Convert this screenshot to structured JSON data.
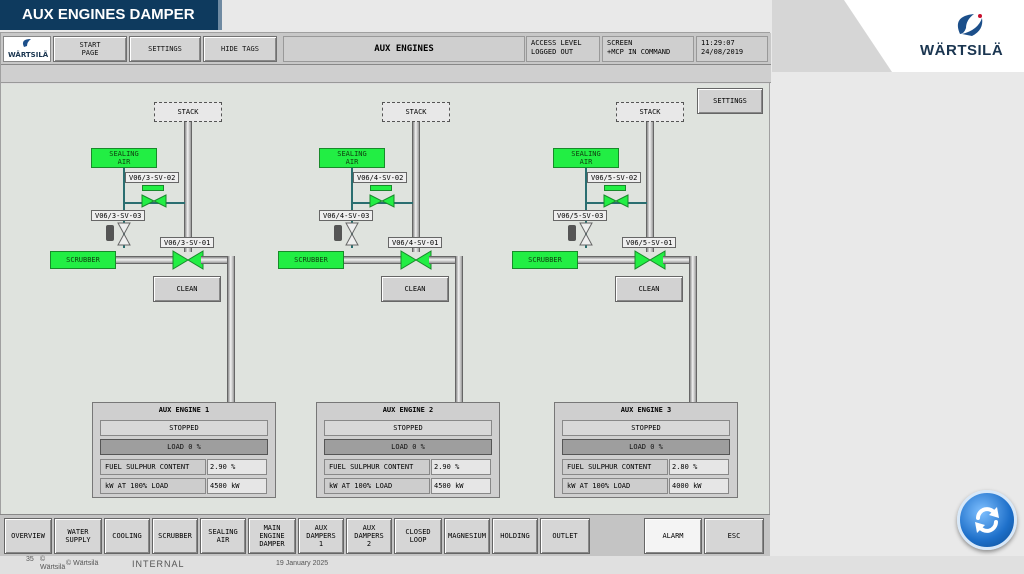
{
  "slide": {
    "title": "AUX ENGINES DAMPER",
    "brand": "WÄRTSILÄ"
  },
  "header": {
    "buttons": [
      "START\nPAGE",
      "SETTINGS",
      "HIDE TAGS"
    ],
    "screen_title": "AUX ENGINES",
    "access": "ACCESS LEVEL\nLOGGED OUT",
    "screen": "SCREEN\n+MCP IN COMMAND",
    "time": "11:29:07",
    "date": "24/08/2019",
    "logo_text": "WÄRTSILÄ"
  },
  "settings_label": "SETTINGS",
  "icons": {
    "refresh": "refresh-icon",
    "logo": "wartsila-logo-icon"
  },
  "colors": {
    "valve_green": "#22ee44",
    "title_bg": "#0e3a5e"
  },
  "units": [
    {
      "stack": "STACK",
      "sealing": "SEALING\nAIR",
      "scrubber": "SCRUBBER",
      "clean": "CLEAN",
      "sv02": "V06/3-SV-02",
      "sv03": "V06/3-SV-03",
      "sv01": "V06/3-SV-01",
      "engine": {
        "title": "AUX ENGINE 1",
        "status": "STOPPED",
        "load": "LOAD 0 %",
        "fuel_label": "FUEL SULPHUR CONTENT",
        "fuel_value": "2.90 %",
        "kw_label": "kW AT 100% LOAD",
        "kw_value": "4500 kW"
      }
    },
    {
      "stack": "STACK",
      "sealing": "SEALING\nAIR",
      "scrubber": "SCRUBBER",
      "clean": "CLEAN",
      "sv02": "V06/4-SV-02",
      "sv03": "V06/4-SV-03",
      "sv01": "V06/4-SV-01",
      "engine": {
        "title": "AUX ENGINE 2",
        "status": "STOPPED",
        "load": "LOAD 0 %",
        "fuel_label": "FUEL SULPHUR CONTENT",
        "fuel_value": "2.90 %",
        "kw_label": "kW AT 100% LOAD",
        "kw_value": "4500 kW"
      }
    },
    {
      "stack": "STACK",
      "sealing": "SEALING\nAIR",
      "scrubber": "SCRUBBER",
      "clean": "CLEAN",
      "sv02": "V06/5-SV-02",
      "sv03": "V06/5-SV-03",
      "sv01": "V06/5-SV-01",
      "engine": {
        "title": "AUX ENGINE 3",
        "status": "STOPPED",
        "load": "LOAD 0 %",
        "fuel_label": "FUEL SULPHUR CONTENT",
        "fuel_value": "2.80 %",
        "kw_label": "kW AT 100% LOAD",
        "kw_value": "4000 kW"
      }
    }
  ],
  "nav": [
    "OVERVIEW",
    "WATER\nSUPPLY",
    "COOLING",
    "SCRUBBER",
    "SEALING\nAIR",
    "MAIN\nENGINE\nDAMPER",
    "AUX\nDAMPERS\n1",
    "AUX\nDAMPERS\n2",
    "CLOSED\nLOOP",
    "MAGNESIUM",
    "HOLDING",
    "OUTLET",
    "ALARM",
    "ESC"
  ],
  "footer": {
    "page": "35",
    "copyright1": "©\nWärtsilä",
    "copyright2": "© Wärtsilä",
    "classification": "INTERNAL",
    "date": "19 January 2025"
  }
}
